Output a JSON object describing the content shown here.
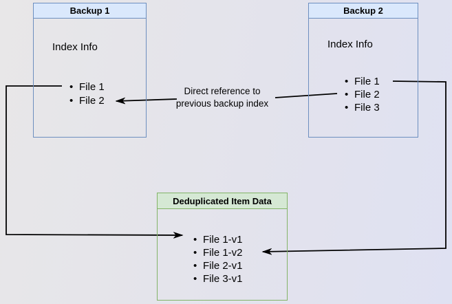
{
  "backup1": {
    "title": "Backup 1",
    "body_label": "Index Info",
    "files": [
      "File 1",
      "File 2"
    ]
  },
  "backup2": {
    "title": "Backup 2",
    "body_label": "Index Info",
    "files": [
      "File 1",
      "File 2",
      "File 3"
    ]
  },
  "dedup": {
    "title": "Deduplicated Item Data",
    "files": [
      "File 1-v1",
      "File 1-v2",
      "File 2-v1",
      "File 3-v1"
    ]
  },
  "edge_label": "Direct reference to\nprevious backup index",
  "bullet_glyph": "•",
  "colors": {
    "blue_header_fill": "#dae8fc",
    "blue_border": "#6c8ebf",
    "green_header_fill": "#d5e8d4",
    "green_border": "#82b366",
    "connector": "#000000",
    "background_left": "#e8e7e8",
    "background_right": "#dfe1f2"
  }
}
